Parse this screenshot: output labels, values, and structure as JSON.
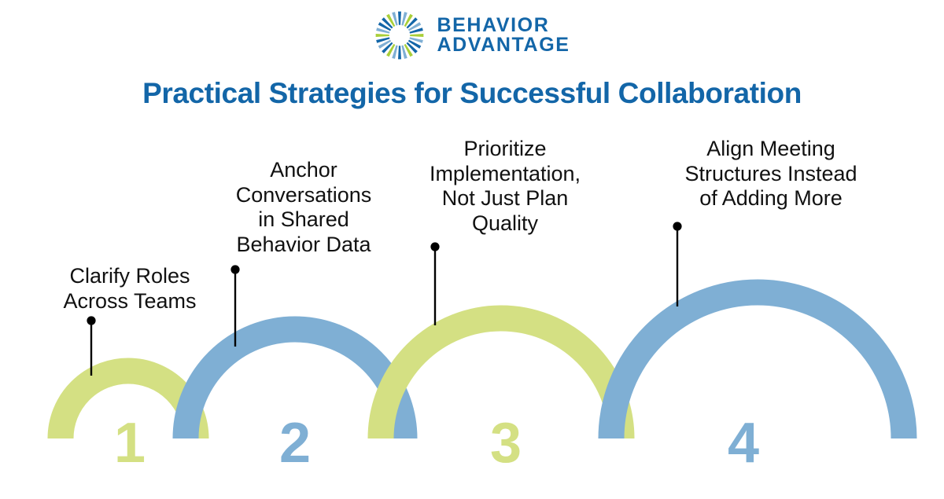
{
  "brand": {
    "logo_icon": "radial-burst-icon",
    "name_line1": "BEHAVIOR",
    "name_line2": "ADVANTAGE",
    "brand_blue": "#1366A8",
    "brand_light_blue": "#7FAFD4",
    "brand_green": "#D4E083",
    "overlap_teal": "#63A48D"
  },
  "header": {
    "title": "Practical Strategies for Successful Collaboration"
  },
  "steps": [
    {
      "number": "1",
      "label": "Clarify Roles\nAcross Teams",
      "color": "#D4E083",
      "color_name": "green"
    },
    {
      "number": "2",
      "label": "Anchor\nConversations\nin Shared\nBehavior Data",
      "color": "#7FAFD4",
      "color_name": "blue"
    },
    {
      "number": "3",
      "label": "Prioritize\nImplementation,\nNot Just Plan\nQuality",
      "color": "#D4E083",
      "color_name": "green"
    },
    {
      "number": "4",
      "label": "Align Meeting\nStructures Instead\nof Adding More",
      "color": "#7FAFD4",
      "color_name": "blue"
    }
  ]
}
